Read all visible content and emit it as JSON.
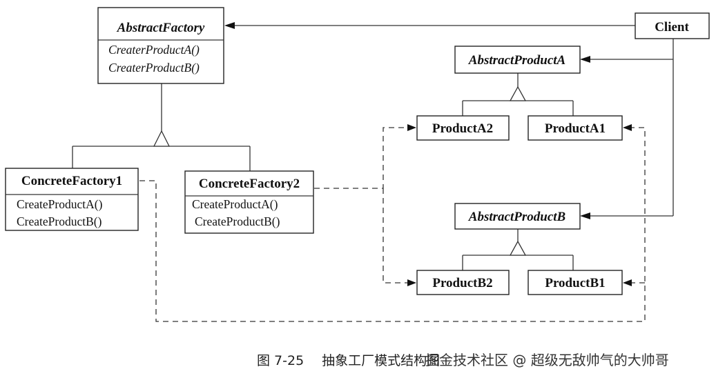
{
  "classes": {
    "abstract_factory": {
      "name": "AbstractFactory",
      "ops": [
        "CreaterProductA()",
        "CreaterProductB()"
      ]
    },
    "client": {
      "name": "Client"
    },
    "abstract_product_a": {
      "name": "AbstractProductA"
    },
    "abstract_product_b": {
      "name": "AbstractProductB"
    },
    "product_a2": {
      "name": "ProductA2"
    },
    "product_a1": {
      "name": "ProductA1"
    },
    "product_b2": {
      "name": "ProductB2"
    },
    "product_b1": {
      "name": "ProductB1"
    },
    "concrete_factory1": {
      "name": "ConcreteFactory1",
      "ops": [
        "CreateProductA()",
        "CreateProductB()"
      ]
    },
    "concrete_factory2": {
      "name": "ConcreteFactory2",
      "ops": [
        "CreateProductA()",
        "CreateProductB()"
      ]
    }
  },
  "caption": {
    "figure_number": "图 7-25",
    "title": "抽象工厂模式结构图"
  },
  "watermark": "掘金技术社区 @ 超级无敌帅气的大帅哥"
}
